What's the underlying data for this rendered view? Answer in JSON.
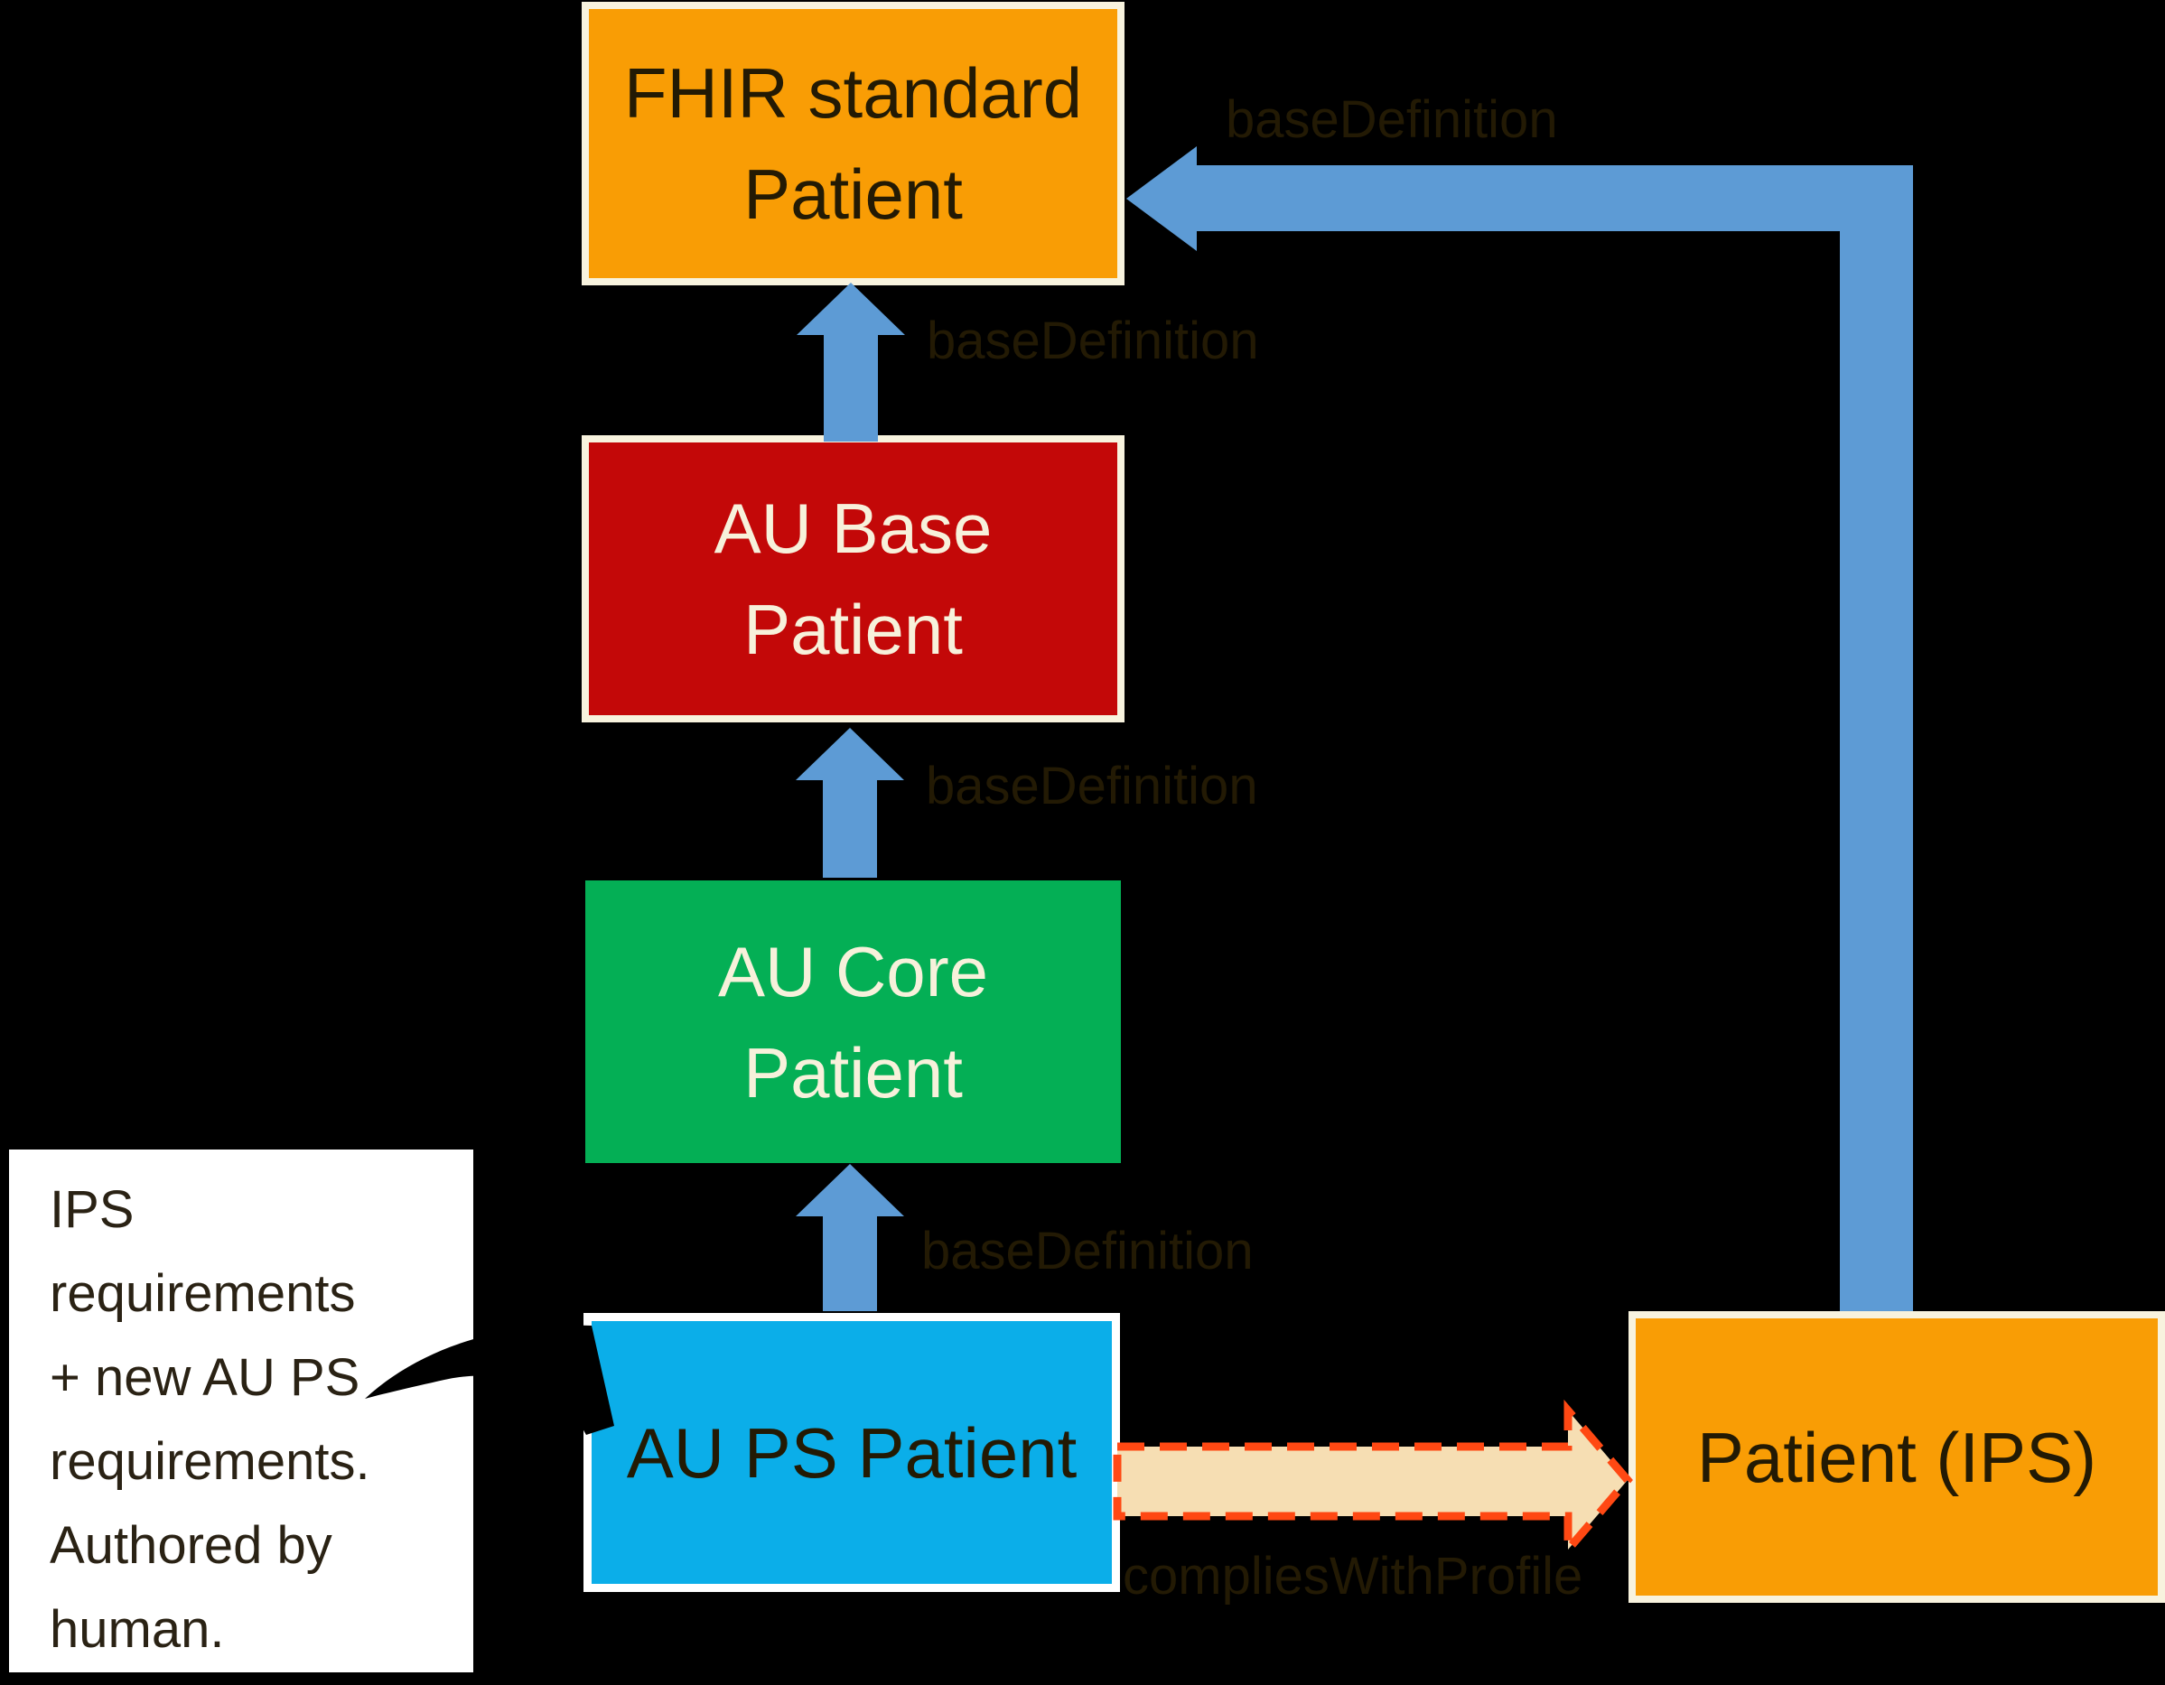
{
  "diagram": {
    "boxes": [
      {
        "id": "fhir-standard-patient",
        "lines": [
          "FHIR standard",
          "Patient"
        ]
      },
      {
        "id": "au-base-patient",
        "lines": [
          "AU Base",
          "Patient"
        ]
      },
      {
        "id": "au-core-patient",
        "lines": [
          "AU Core",
          "Patient"
        ]
      },
      {
        "id": "au-ps-patient",
        "lines": [
          "AU PS Patient"
        ]
      },
      {
        "id": "patient-ips",
        "lines": [
          "Patient (IPS)"
        ]
      }
    ],
    "edge_labels": {
      "base_definition_top": "baseDefinition",
      "base_definition_1": "baseDefinition",
      "base_definition_2": "baseDefinition",
      "base_definition_3": "baseDefinition",
      "complies_with_profile": "compliesWithProfile"
    },
    "callout": {
      "lines": [
        "IPS",
        "requirements",
        "+ new AU PS",
        "requirements.",
        "Authored by",
        "human."
      ]
    },
    "colors": {
      "background": "#000000",
      "orange": "#F99D05",
      "red": "#C30808",
      "green": "#04AF55",
      "blue": "#0BAEE9",
      "arrow_blue": "#5D9BD5",
      "tan_fill": "#F6DEB3",
      "tan_border": "#FF4813",
      "cream_border": "#F8F3DE",
      "dark_text": "#231A04",
      "cream_text": "#F7F1DB"
    }
  }
}
